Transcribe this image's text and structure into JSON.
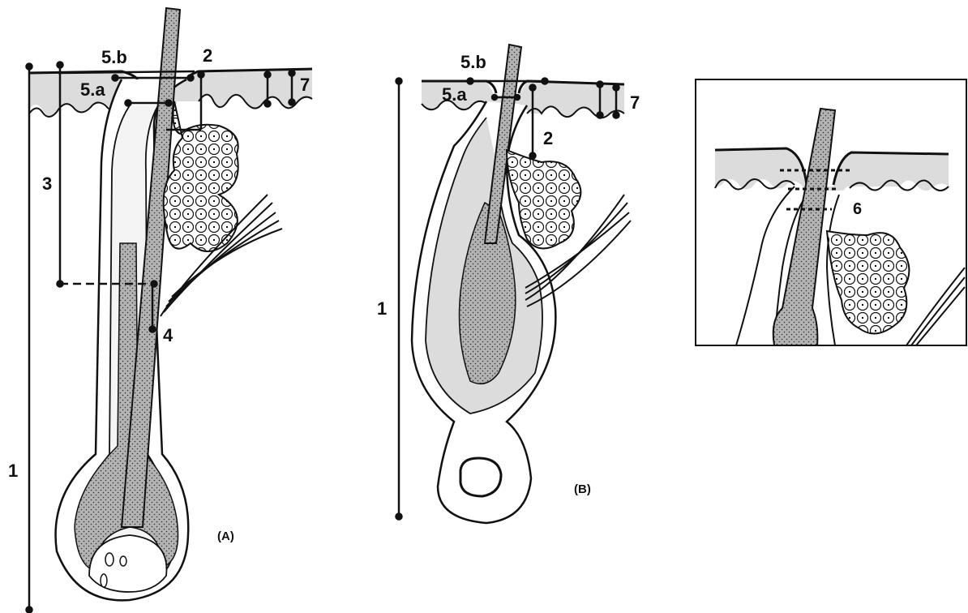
{
  "figure": {
    "panel_a": {
      "caption": "(A)",
      "labels": {
        "total_length": "1",
        "isthmus_to_gland": "2",
        "infundibulum": "3",
        "gland_to_muscle": "4",
        "ostium_inner": "5.a",
        "ostium_outer": "5.b",
        "epidermis": "7"
      }
    },
    "panel_b": {
      "caption": "(B)",
      "labels": {
        "total_length": "1",
        "isthmus_to_gland": "2",
        "ostium_inner": "5.a",
        "ostium_outer": "5.b",
        "epidermis": "7"
      }
    },
    "inset": {
      "labels": {
        "diameter_levels": "6"
      }
    }
  }
}
